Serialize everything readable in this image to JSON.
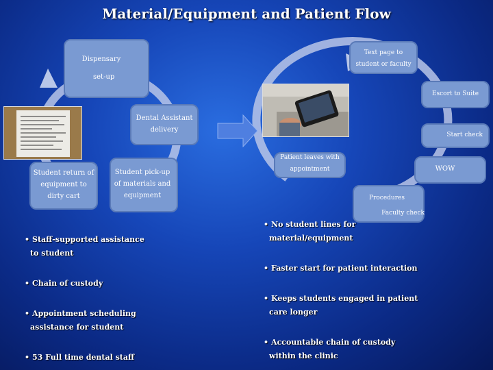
{
  "title": "Material/Equipment and Patient Flow",
  "left_cycle": {
    "dispensary_line1": "Dispensary",
    "dispensary_line2": "set-up",
    "dental_assistant_line1": "Dental Assistant",
    "dental_assistant_line2": "delivery",
    "pickup_line1": "Student pick-up",
    "pickup_line2": "of materials and",
    "pickup_line3": "equipment",
    "return_line1": "Student return of",
    "return_line2": "equipment to",
    "return_line3": "dirty cart"
  },
  "right_cycle": {
    "text_page_line1": "Text page to",
    "text_page_line2": "student or faculty",
    "escort": "Escort to Suite",
    "start_check": "Start check",
    "wow": "WOW",
    "procedures": "Procedures",
    "faculty_check": "Faculty check",
    "patient_leaves_line1": "Patient leaves with",
    "patient_leaves_line2": "appointment"
  },
  "left_bullets": [
    {
      "line1": "Staff-supported assistance",
      "line2": "to student"
    },
    {
      "line1": "Chain of custody",
      "line2": ""
    },
    {
      "line1": "Appointment scheduling",
      "line2": "assistance for student"
    },
    {
      "line1": "53 Full time dental staff",
      "line2": ""
    }
  ],
  "right_bullets": [
    {
      "line1": "No student lines for",
      "line2": "material/equipment"
    },
    {
      "line1": "Faster start for patient interaction",
      "line2": ""
    },
    {
      "line1": "Keeps students engaged in patient",
      "line2": "care longer"
    },
    {
      "line1": "Accountable chain of custody",
      "line2": "within the clinic"
    }
  ],
  "bullet_symbol": "•",
  "colors": {
    "box_fill": "#7a9ad2",
    "cycle_stroke": "#b8c6e8",
    "arrow_fill": "#4f7fe0"
  }
}
